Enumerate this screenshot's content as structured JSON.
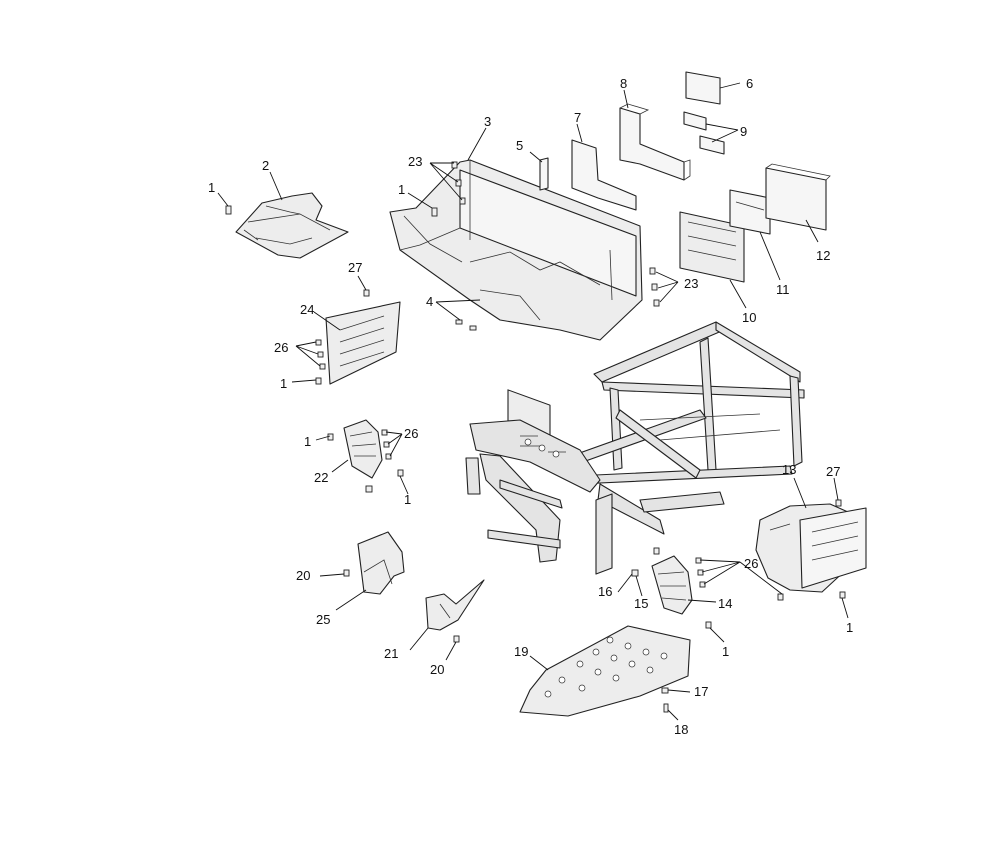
{
  "diagram": {
    "labels": [
      "1",
      "2",
      "3",
      "4",
      "5",
      "6",
      "7",
      "8",
      "9",
      "10",
      "11",
      "12",
      "13",
      "14",
      "15",
      "16",
      "17",
      "18",
      "19",
      "20",
      "21",
      "22",
      "23",
      "24",
      "25",
      "26",
      "27"
    ]
  },
  "callouts": [
    {
      "id": "c1a",
      "text": "1"
    },
    {
      "id": "c2",
      "text": "2"
    },
    {
      "id": "c3",
      "text": "3"
    },
    {
      "id": "c1b",
      "text": "1"
    },
    {
      "id": "c23a",
      "text": "23"
    },
    {
      "id": "c5",
      "text": "5"
    },
    {
      "id": "c7",
      "text": "7"
    },
    {
      "id": "c8",
      "text": "8"
    },
    {
      "id": "c6",
      "text": "6"
    },
    {
      "id": "c9",
      "text": "9"
    },
    {
      "id": "c12",
      "text": "12"
    },
    {
      "id": "c11",
      "text": "11"
    },
    {
      "id": "c10",
      "text": "10"
    },
    {
      "id": "c23b",
      "text": "23"
    },
    {
      "id": "c4",
      "text": "4"
    },
    {
      "id": "c27a",
      "text": "27"
    },
    {
      "id": "c24",
      "text": "24"
    },
    {
      "id": "c26a",
      "text": "26"
    },
    {
      "id": "c1c",
      "text": "1"
    },
    {
      "id": "c1d",
      "text": "1"
    },
    {
      "id": "c26b",
      "text": "26"
    },
    {
      "id": "c22",
      "text": "22"
    },
    {
      "id": "c1e",
      "text": "1"
    },
    {
      "id": "c13",
      "text": "13"
    },
    {
      "id": "c27b",
      "text": "27"
    },
    {
      "id": "c26c",
      "text": "26"
    },
    {
      "id": "c1f",
      "text": "1"
    },
    {
      "id": "c14",
      "text": "14"
    },
    {
      "id": "c15",
      "text": "15"
    },
    {
      "id": "c16",
      "text": "16"
    },
    {
      "id": "c20a",
      "text": "20"
    },
    {
      "id": "c25",
      "text": "25"
    },
    {
      "id": "c21",
      "text": "21"
    },
    {
      "id": "c20b",
      "text": "20"
    },
    {
      "id": "c19",
      "text": "19"
    },
    {
      "id": "c1g",
      "text": "1"
    },
    {
      "id": "c17",
      "text": "17"
    },
    {
      "id": "c18",
      "text": "18"
    }
  ]
}
